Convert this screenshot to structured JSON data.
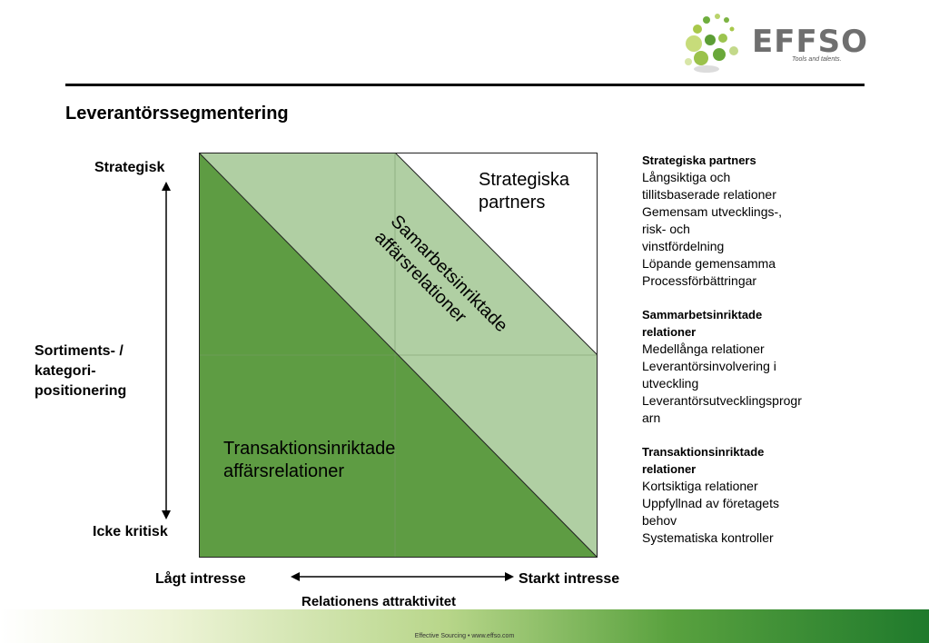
{
  "logo": {
    "name": "EFFSO",
    "tagline": "Tools and talents."
  },
  "title": "Leverantörssegmentering",
  "y_axis": {
    "top": "Strategisk",
    "middle": "Sortiments- /\nkategori-\npositionering",
    "bottom": "Icke kritisk"
  },
  "x_axis": {
    "left": "Lågt intresse",
    "right": "Starkt intresse",
    "caption": "Relationens attraktivitet"
  },
  "regions": {
    "strategic": "Strategiska\npartners",
    "collaborative": "Samarbetsinriktade\naffärsrelationer",
    "transactional": "Transaktionsinriktade\naffärsrelationer"
  },
  "descriptions": [
    {
      "heading": "Strategiska partners",
      "body": "Långsiktiga och\ntillitsbaserade relationer\nGemensam utvecklings-,\nrisk- och\nvinstfördelning\nLöpande gemensamma\nProcessförbättringar"
    },
    {
      "heading": "Sammarbetsinriktade\nrelationer",
      "body": "Medellånga relationer\nLeverantörsinvolvering i\nutveckling\nLeverantörsutvecklingsprogr\narn"
    },
    {
      "heading": "Transaktionsinriktade\nrelationer",
      "body": "Kortsiktiga relationer\nUppfyllnad av företagets\nbehov\nSystematiska kontroller"
    }
  ],
  "footer": "Effective Sourcing • www.effso.com",
  "colors": {
    "dark_green": "#5e9c43",
    "light_green": "#b0cfa3",
    "white": "#ffffff"
  }
}
